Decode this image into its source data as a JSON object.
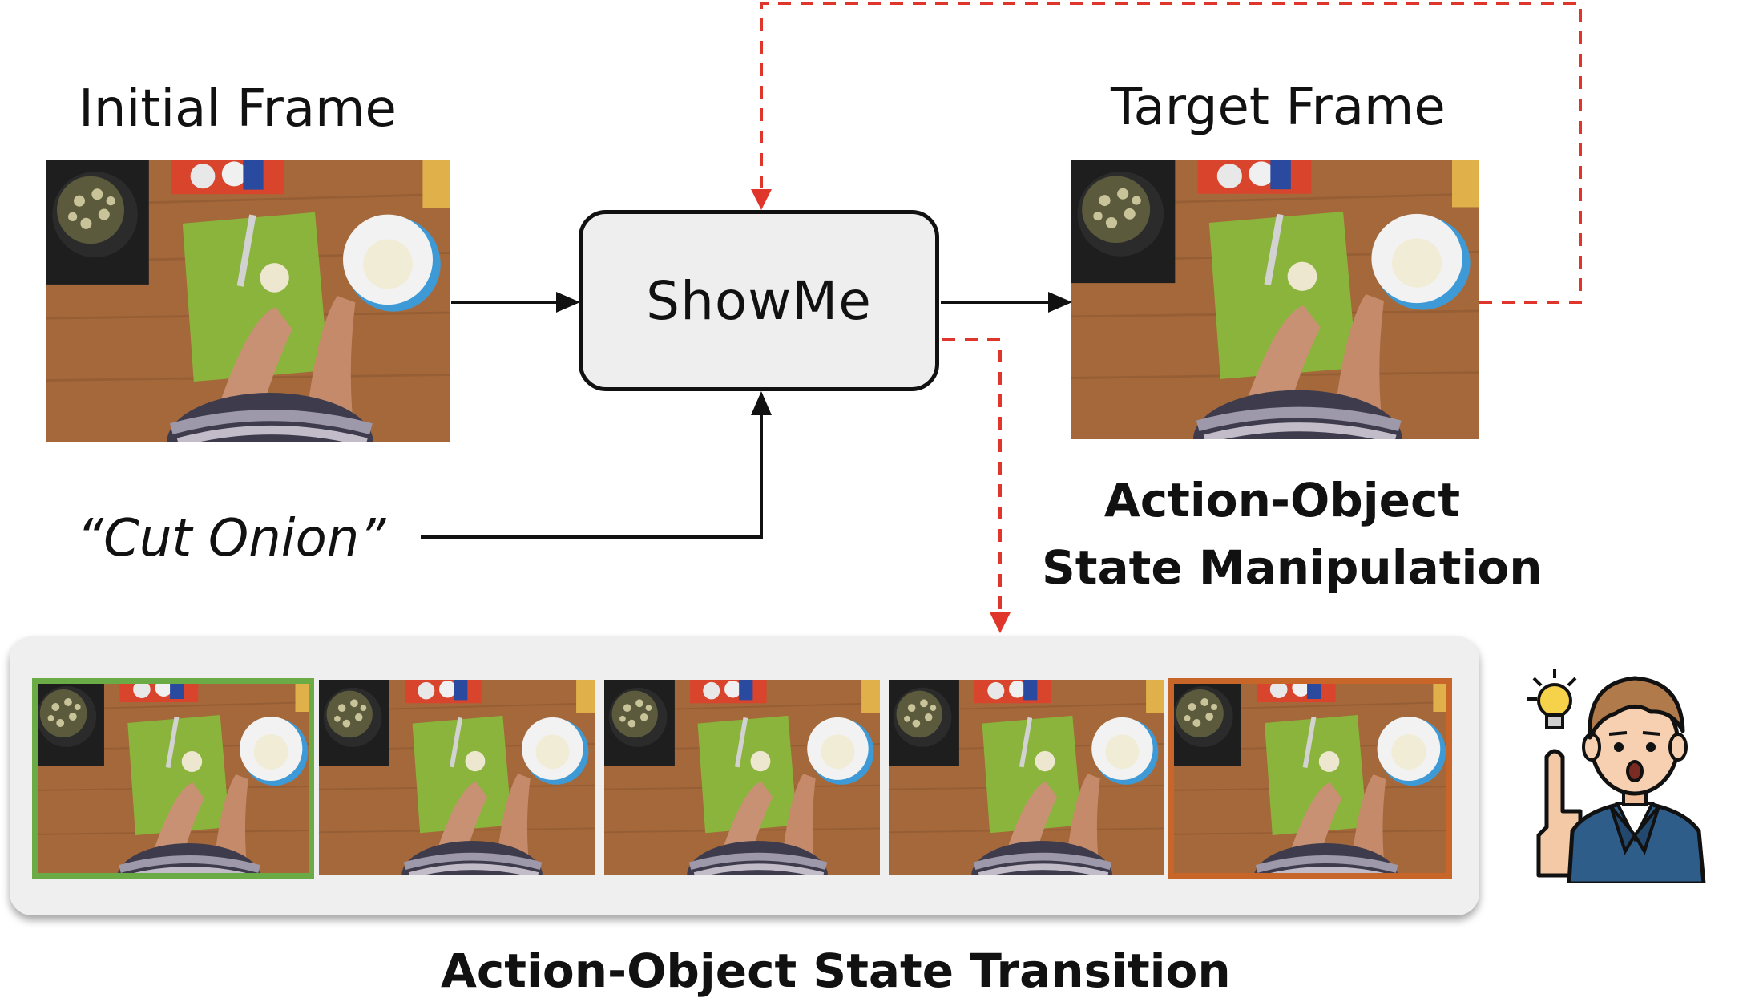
{
  "labels": {
    "initial_frame": "Initial Frame",
    "target_frame": "Target Frame",
    "model": "ShowMe",
    "prompt": "“Cut Onion”",
    "manipulation_line1": "Action-Object",
    "manipulation_line2": "State Manipulation",
    "transition": "Action-Object State Transition"
  },
  "strip_frames": [
    "frame-1",
    "frame-2",
    "frame-3",
    "frame-4",
    "frame-5"
  ],
  "colors": {
    "arrow_solid": "#111111",
    "arrow_dashed": "#e0352b",
    "first_frame_border": "#6aab46",
    "last_frame_border": "#c8662a",
    "box_fill": "#eeeeee",
    "panel_fill": "#efefef"
  },
  "icons": {
    "thinking_person": "person-with-lightbulb-icon"
  }
}
